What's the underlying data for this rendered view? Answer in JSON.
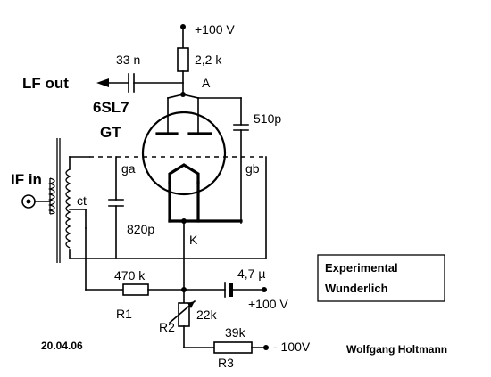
{
  "labels": {
    "supply_top": "+100 V",
    "r_anode": "2,2 k",
    "c_coupling": "33 n",
    "lf_out": "LF out",
    "node_a": "A",
    "tube_type": "6SL7",
    "tube_suffix": "GT",
    "c_feedback": "510p",
    "if_in": "IF in",
    "ct": "ct",
    "ga": "ga",
    "gb": "gb",
    "c_grid": "820p",
    "node_k": "K",
    "r1_value": "470 k",
    "r1_name": "R1",
    "c_bypass": "4,7 µ",
    "supply_mid": "+100 V",
    "r2_name": "R2",
    "r2_value": "22k",
    "r3_value": "39k",
    "r3_name": "R3",
    "supply_neg": "- 100V",
    "date": "20.04.06",
    "author": "Wolfgang Holtmann"
  },
  "box": {
    "line1": "Experimental",
    "line2": "Wunderlich"
  }
}
